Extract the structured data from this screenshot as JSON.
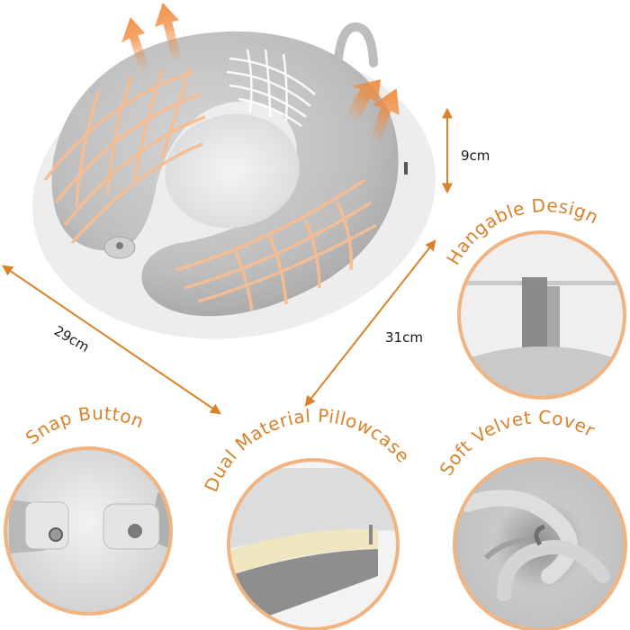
{
  "image": {
    "subject": "U-shaped memory foam neck pillow, grey velvet",
    "accent_color": "#D9822B",
    "ring_color": "#F0B482",
    "mesh_color": "#F6BD93"
  },
  "dimensions": {
    "height": {
      "label": "9cm"
    },
    "width": {
      "label": "29cm"
    },
    "length": {
      "label": "31cm"
    }
  },
  "features": [
    {
      "id": "hangable",
      "label": "Hangable Design"
    },
    {
      "id": "snap",
      "label": "Snap Button"
    },
    {
      "id": "dual",
      "label": "Dual Material Pillowcase"
    },
    {
      "id": "velvet",
      "label": "Soft Velvet Cover"
    }
  ]
}
